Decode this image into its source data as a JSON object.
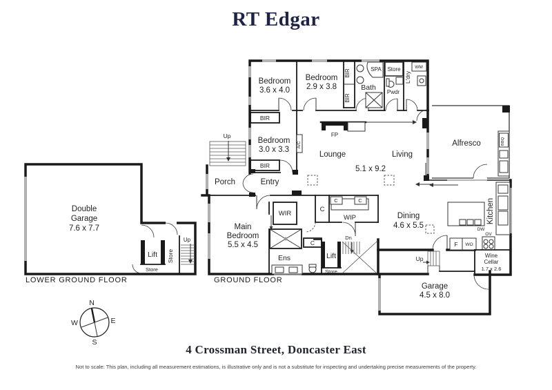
{
  "brand": "RT Edgar",
  "footer": {
    "address": "4 Crossman Street, Doncaster East",
    "disclaimer": "Not to scale: This plan, including all measurement estimations, is illustrative only and is not a substitute for inspecting and undertaking precise measurements of the property."
  },
  "floor_labels": {
    "lower": "LOWER GROUND FLOOR",
    "ground": "GROUND FLOOR"
  },
  "compass": {
    "n": "N",
    "e": "E",
    "s": "S",
    "w": "W"
  },
  "colors": {
    "wall": "#1a1a1a",
    "window": "#b5b5b5",
    "brand": "#1f2347"
  },
  "rooms": {
    "double_garage": {
      "line1": "Double",
      "line2": "Garage",
      "dims": "7.6 x 7.7"
    },
    "bedroom1": {
      "name": "Bedroom",
      "dims": "3.6 x 4.0"
    },
    "bedroom2": {
      "name": "Bedroom",
      "dims": "2.9 x 3.8"
    },
    "bedroom3": {
      "name": "Bedroom",
      "dims": "3.0 x 3.3"
    },
    "main_bedroom": {
      "line1": "Main",
      "line2": "Bedroom",
      "dims": "5.5 x 4.5"
    },
    "lounge_living": {
      "lounge": "Lounge",
      "living": "Living",
      "dims": "5.1 x 9.2"
    },
    "dining": {
      "name": "Dining",
      "dims": "4.6 x 5.5"
    },
    "kitchen": "Kitchen",
    "alfresco": "Alfresco",
    "wine_cellar": {
      "line1": "Wine",
      "line2": "Cellar",
      "dims": "1.7 x 2.6"
    },
    "garage": {
      "name": "Garage",
      "dims": "4.5 x 8.0"
    },
    "porch": "Porch",
    "entry": "Entry",
    "bath": "Bath",
    "spa": "SPA",
    "powder": "Pwdr",
    "laundry": "L'dry",
    "ensuite": "Ens",
    "wir": "WIR",
    "wip": "WIP",
    "lift": "Lift",
    "store": "Store"
  },
  "tags": {
    "bir": "BIR",
    "wm": "WM",
    "fp": "FP",
    "ac": "A/C",
    "bbq": "BBQ",
    "dw": "DW",
    "fridge": "F",
    "wo": "WO",
    "ov": "OV",
    "c": "C",
    "up": "Up",
    "dn": "Dn"
  }
}
